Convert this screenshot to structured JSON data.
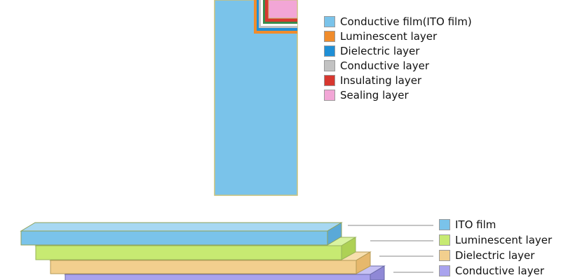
{
  "colors": {
    "ito": "#7ac3ea",
    "luminescent_top": "#f08c2c",
    "dielectric_top": "#1f8fd6",
    "conductive_top": "#c2c2c2",
    "insulating": "#d7372f",
    "sealing": "#f2a6d6",
    "luminescent_bottom": "#c7ea72",
    "dielectric_bottom": "#f2cf8e",
    "conductive_bottom": "#a9a3ee"
  },
  "legend_top": {
    "items": [
      {
        "label": "Conductive film(ITO film)",
        "color": "#7ac3ea"
      },
      {
        "label": "Luminescent layer",
        "color": "#f08c2c"
      },
      {
        "label": "Dielectric layer",
        "color": "#1f8fd6"
      },
      {
        "label": "Conductive layer",
        "color": "#c2c2c2"
      },
      {
        "label": "Insulating layer",
        "color": "#d7372f"
      },
      {
        "label": "Sealing layer",
        "color": "#f2a6d6"
      }
    ]
  },
  "legend_bottom": {
    "items": [
      {
        "label": "ITO film",
        "color": "#7ac3ea"
      },
      {
        "label": "Luminescent layer",
        "color": "#c7ea72"
      },
      {
        "label": "Dielectric layer",
        "color": "#f2cf8e"
      },
      {
        "label": "Conductive layer",
        "color": "#a9a3ee"
      }
    ]
  }
}
